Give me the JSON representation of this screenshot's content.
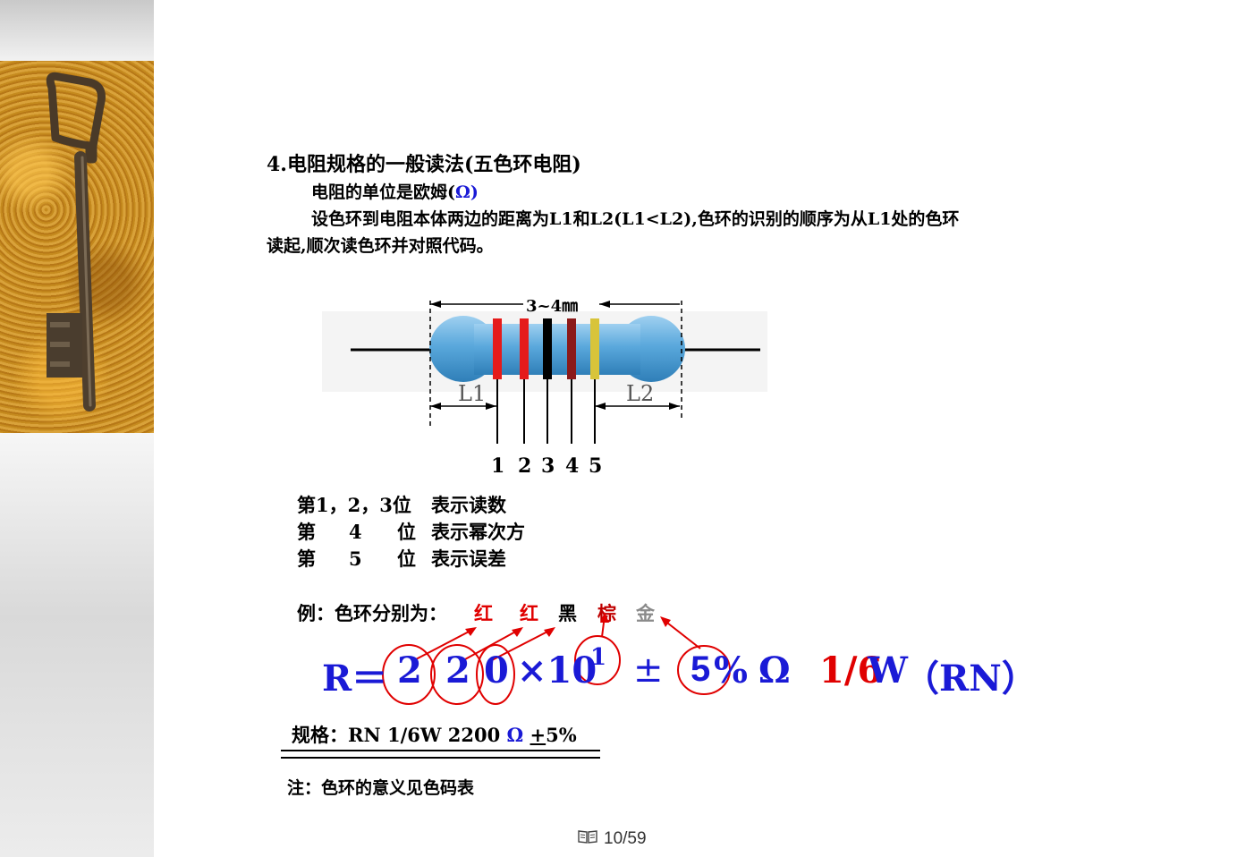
{
  "title": "4.电阻规格的一般读法(五色环电阻)",
  "unit_line": {
    "text": "电阻的单位是欧姆(",
    "symbol": "Ω",
    "close": ")"
  },
  "desc_line1": "设色环到电阻本体两边的距离为L1和L2(L1<L2),色环的识别的顺序为从L1处的色环",
  "desc_line2": "读起,顺次读色环并对照代码。",
  "diagram": {
    "length_label": "3~4㎜",
    "l1_label": "L1",
    "l2_label": "L2",
    "band_numbers": [
      "1",
      "2",
      "3",
      "4",
      "5"
    ],
    "band_colors": [
      "#e51b1b",
      "#e51b1b",
      "#000000",
      "#8b1a1a",
      "#d8c43a"
    ],
    "body_color": "#5aa8dc"
  },
  "positions": [
    {
      "c1": "第1，2，3位",
      "c2": "",
      "c3": "",
      "c4": "表示读数"
    },
    {
      "c1": "第",
      "c2": "4",
      "c3": "位",
      "c4": "表示幂次方"
    },
    {
      "c1": "第",
      "c2": "5",
      "c3": "位",
      "c4": "表示误差"
    }
  ],
  "example": {
    "label": "例：色环分别为：",
    "colors": [
      "红",
      "红",
      "黑",
      "棕",
      "金"
    ]
  },
  "formula": {
    "r": "R＝",
    "d1": "2",
    "d2": "2",
    "d3": "0",
    "times": "×10",
    "exp": "1",
    "pm": "±",
    "tol": "5",
    "pct": "%",
    "ohm": "Ω",
    "power": "1/6",
    "w": "W",
    "type": "（RN）"
  },
  "spec": {
    "prefix": "规格：RN   1/6W   2200",
    "ohm": "Ω",
    "pm": "+",
    "pct": "5%"
  },
  "note": "注：色环的意义见色码表",
  "footer": {
    "page": "10/59",
    "icon": "book-icon"
  }
}
